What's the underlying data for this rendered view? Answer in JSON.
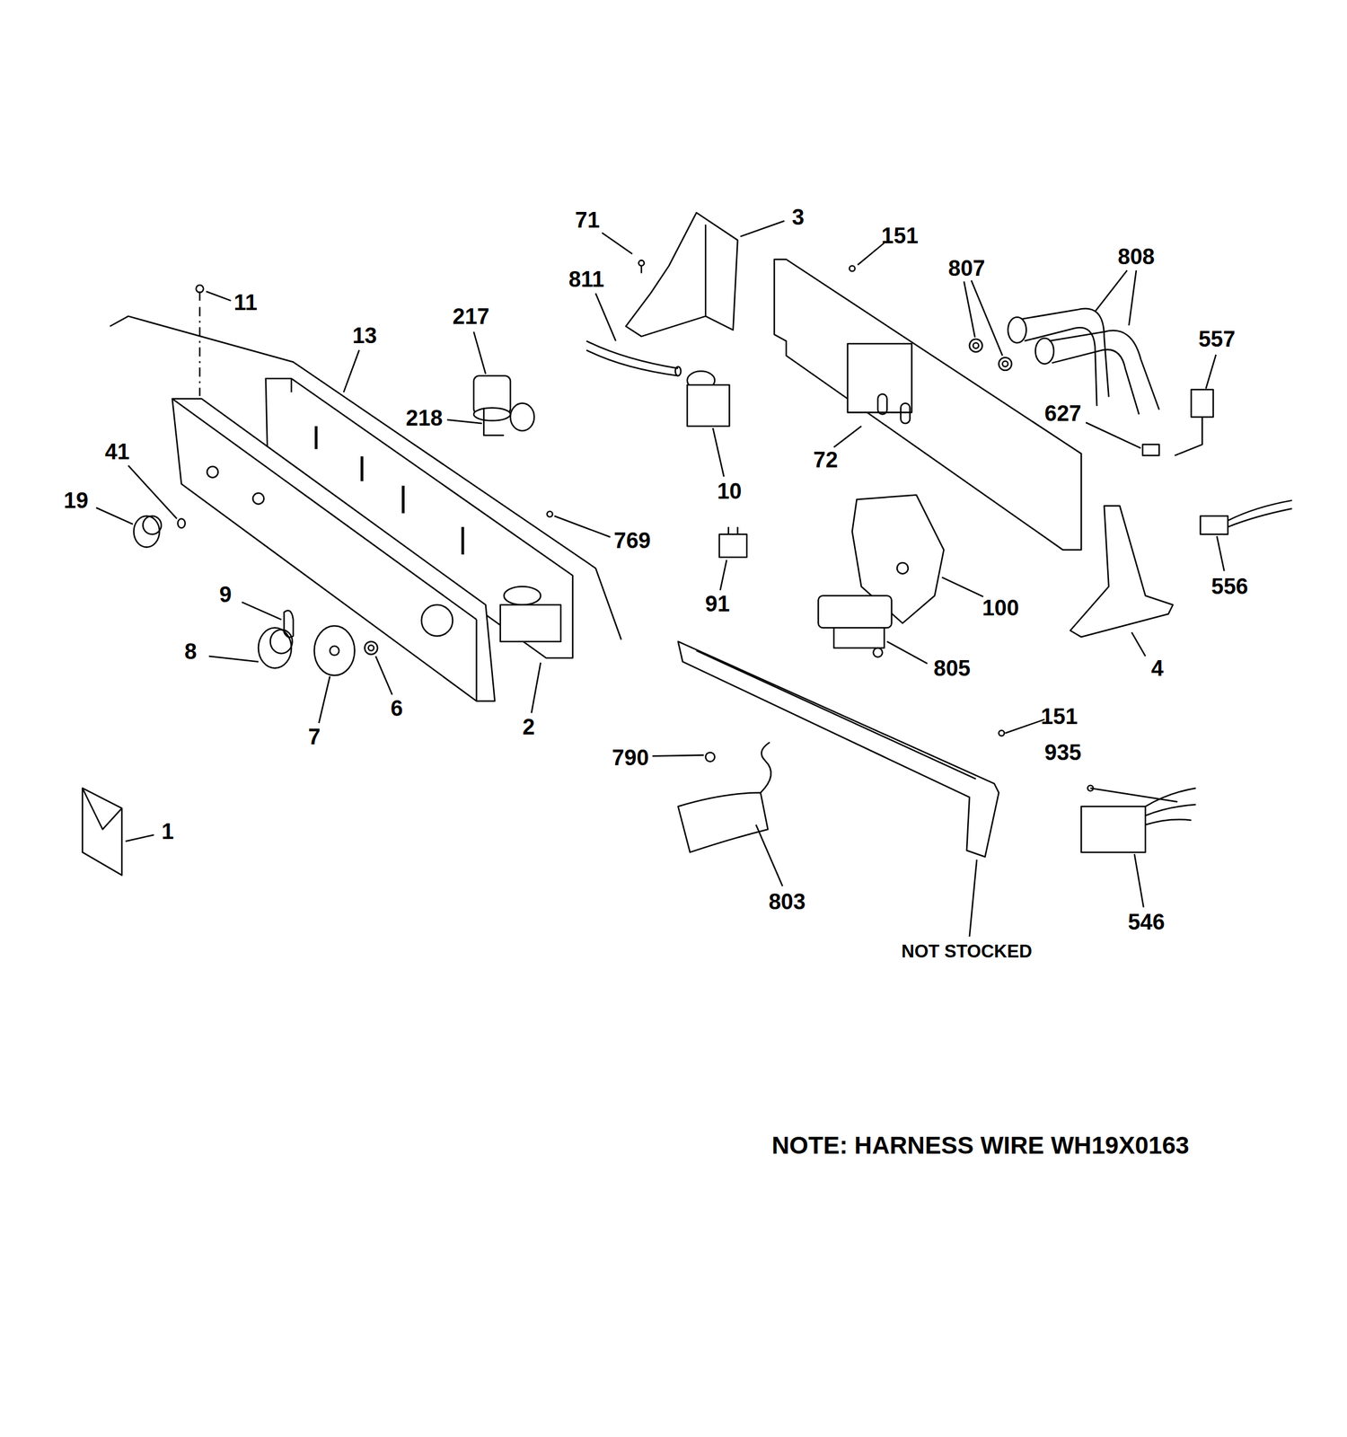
{
  "diagram": {
    "labels": [
      "71",
      "3",
      "151",
      "807",
      "808",
      "811",
      "11",
      "13",
      "217",
      "557",
      "218",
      "627",
      "72",
      "41",
      "10",
      "19",
      "769",
      "556",
      "91",
      "9",
      "100",
      "8",
      "805",
      "4",
      "6",
      "7",
      "2",
      "151",
      "790",
      "935",
      "1",
      "803",
      "546",
      "NOT STOCKED",
      "NOTE: HARNESS WIRE WH19X0163"
    ]
  }
}
